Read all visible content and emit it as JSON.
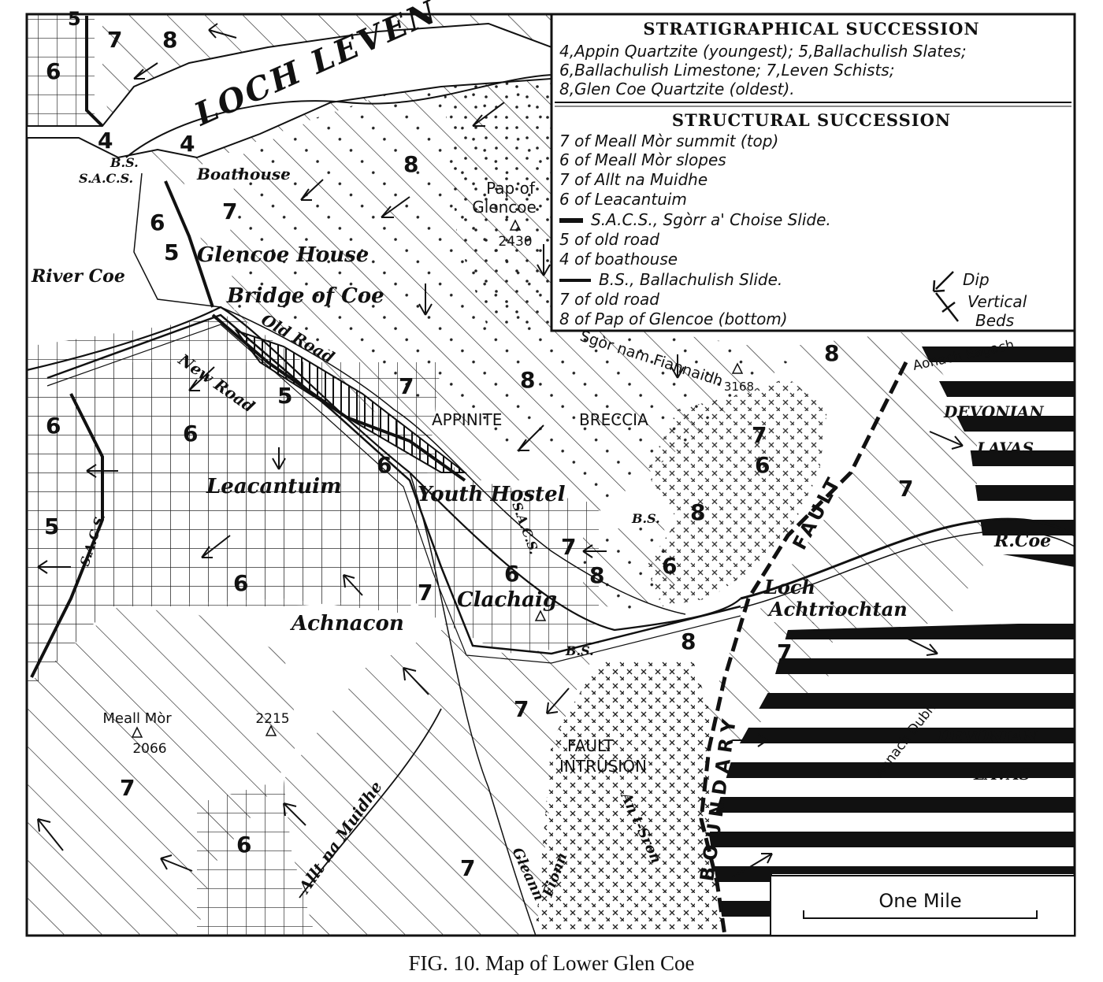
{
  "caption": "FIG. 10. Map of Lower Glen Coe",
  "legend": {
    "strat_title": "STRATIGRAPHICAL SUCCESSION",
    "strat_lines": [
      "4,Appin Quartzite (youngest); 5,Ballachulish Slates;",
      "6,Ballachulish Limestone; 7,Leven Schists;",
      "8,Glen Coe Quartzite (oldest)."
    ],
    "struct_title": "STRUCTURAL SUCCESSION",
    "struct_lines": [
      "7 of Meall Mòr summit (top)",
      "6 of Meall Mòr slopes",
      "7 of Allt na Muidhe",
      "6 of Leacantuim",
      "S.A.C.S., Sgòrr a' Choise Slide.",
      "5 of old road",
      "4 of boathouse",
      "B.S., Ballachulish Slide.",
      "7 of old road",
      "8 of Pap of Glencoe (bottom)"
    ],
    "dip": "Dip",
    "vertical": "Vertical",
    "beds": "Beds"
  },
  "scale": "One Mile",
  "places": {
    "loch_leven": "LOCH LEVEN",
    "boathouse": "Boathouse",
    "glencoe_house": "Glencoe House",
    "river_coe": "River Coe",
    "bridge_of_coe": "Bridge of Coe",
    "old_road": "Old Road",
    "new_road": "New Road",
    "leacantuim": "Leacantuim",
    "youth_hostel": "Youth Hostel",
    "clachaig": "Clachaig",
    "achnacon": "Achnacon",
    "meall_mor": "Meall Mòr",
    "meall_mor_h": "2066",
    "h2215": "2215",
    "pap": "Pap of",
    "pap2": "Glencoe",
    "pap_h": "2430",
    "sgor": "Sgòr nam Fiannaidh",
    "sgor_h": "3168",
    "aonach_eagach": "Aonach Eagach",
    "devonian": "DEVONIAN",
    "lavas": "LAVAS",
    "r_coe": "R.Coe",
    "loch": "Loch",
    "achtriochtan": "Achtriochtan",
    "aonach_dubh": "Aonach Dubh",
    "allt": "Allt na Muidhe",
    "gleann": "Gleann",
    "fionn": "Fionn",
    "an_t_sron": "An t-Sron",
    "appinite": "APPINITE",
    "breccia": "BRECCIA",
    "fault": "FAULT",
    "boundary": "BOUNDARY",
    "fault_intrusion1": "FAULT",
    "fault_intrusion2": "INTRUSION",
    "bs": "B.S.",
    "sacs": "S.A.C.S."
  }
}
